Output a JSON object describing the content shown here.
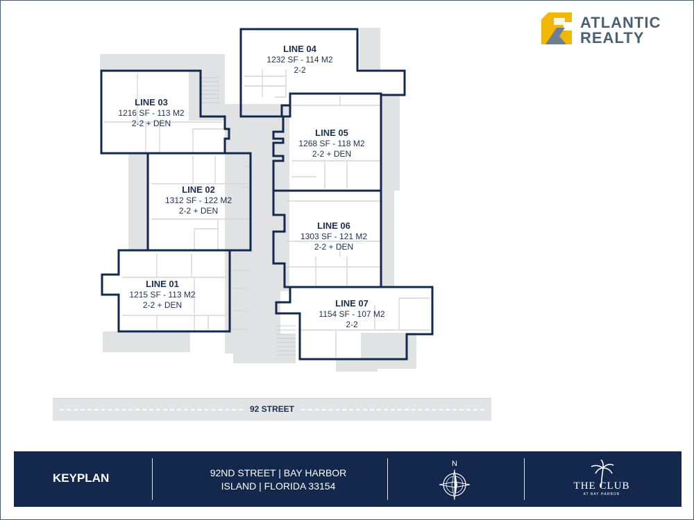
{
  "brand": {
    "name_line1": "ATLANTIC",
    "name_line2": "REALTY",
    "mark_color": "#f2b705",
    "text_color": "#4b5f73"
  },
  "units": [
    {
      "name": "LINE 01",
      "area": "1215 SF - 113 M2",
      "type": "2-2 + DEN"
    },
    {
      "name": "LINE 02",
      "area": "1312 SF - 122 M2",
      "type": "2-2 + DEN"
    },
    {
      "name": "LINE 03",
      "area": "1216 SF - 113 M2",
      "type": "2-2 + DEN"
    },
    {
      "name": "LINE 04",
      "area": "1232 SF - 114 M2",
      "type": "2-2"
    },
    {
      "name": "LINE 05",
      "area": "1268 SF - 118 M2",
      "type": "2-2 + DEN"
    },
    {
      "name": "LINE 06",
      "area": "1303 SF - 121 M2",
      "type": "2-2 + DEN"
    },
    {
      "name": "LINE 07",
      "area": "1154 SF - 107 M2",
      "type": "2-2"
    }
  ],
  "street": {
    "label": "92 STREET"
  },
  "footer": {
    "title": "KEYPLAN",
    "address_line1": "92ND STREET | BAY HARBOR",
    "address_line2": "ISLAND | FLORIDA 33154",
    "compass_label": "N",
    "club_logo_text": "THE CLUB",
    "club_logo_sub": "AT BAY HARBOR",
    "background": "#13284c"
  },
  "colors": {
    "unit_outline": "#13284c",
    "common_area": "#e1e2e4",
    "interior_lines": "#d4d6d9"
  }
}
